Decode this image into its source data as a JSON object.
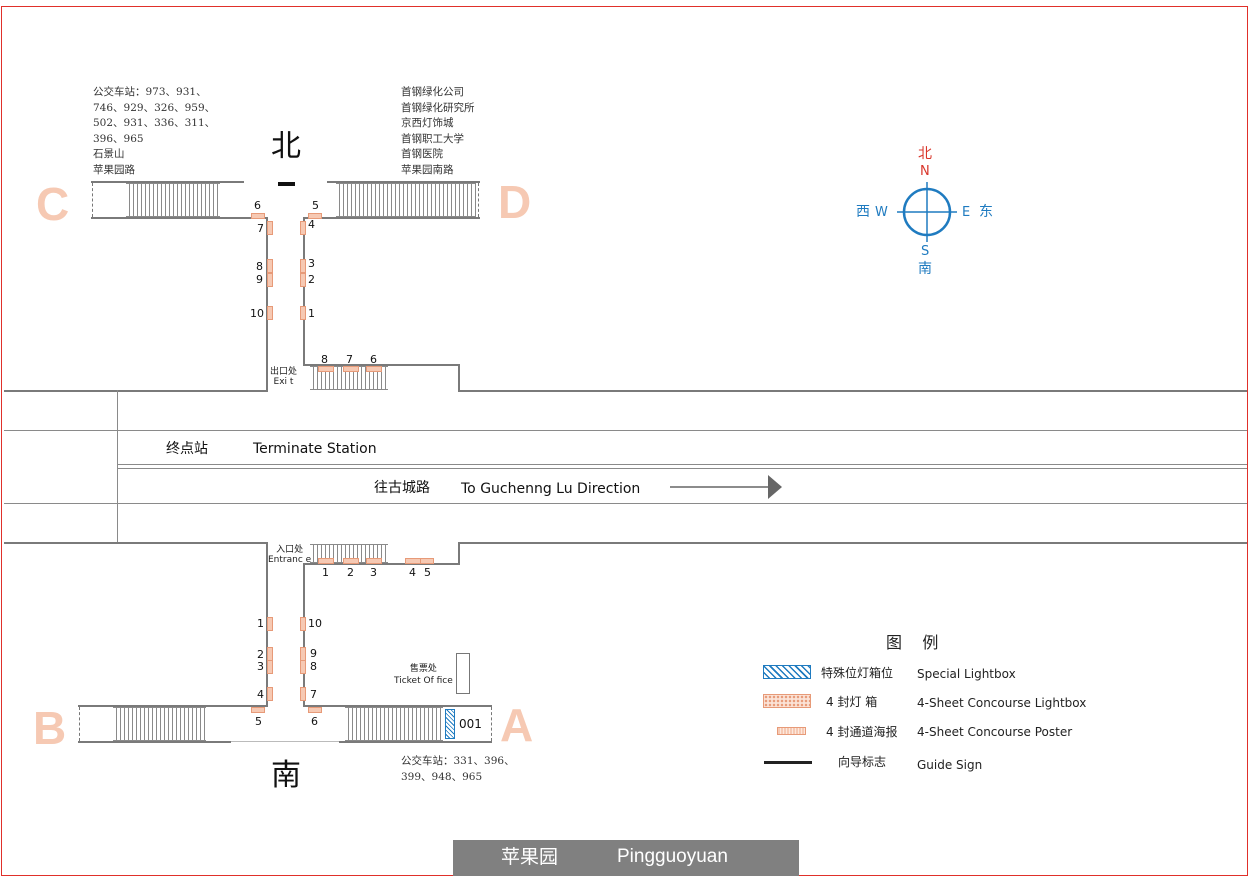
{
  "station": {
    "name_cn": "苹果园",
    "name_en": "Pingguoyuan"
  },
  "directions": {
    "north": "北",
    "south": "南"
  },
  "exits": {
    "C": {
      "label": "C",
      "info": [
        "公交车站：973、931、",
        "746、929、326、959、",
        "502、931、336、311、",
        "396、965",
        "石景山",
        "苹果园路"
      ]
    },
    "D": {
      "label": "D",
      "info": [
        "首钢绿化公司",
        "首钢绿化研究所",
        "京西灯饰城",
        "首钢职工大学",
        "首钢医院",
        "苹果园南路"
      ]
    },
    "B": {
      "label": "B"
    },
    "A": {
      "label": "A",
      "info": [
        "公交车站：331、396、",
        "399、948、965"
      ]
    }
  },
  "compass": {
    "north_cn": "北",
    "north_en": "N",
    "south_cn": "南",
    "south_en": "S",
    "west_cn": "西",
    "west_en": "W",
    "east_cn": "东",
    "east_en": "E",
    "north_color": "#d9362b",
    "axis_color": "#1f7bc0"
  },
  "north_area": {
    "exit_cn": "出口处",
    "exit_en": "Exi t",
    "posters": [
      "1",
      "2",
      "3",
      "4",
      "5",
      "6",
      "7",
      "8",
      "9",
      "10"
    ],
    "lightboxes": [
      "8",
      "7",
      "6"
    ]
  },
  "south_area": {
    "entrance_cn": "入口处",
    "entrance_en": "Entranc e",
    "posters": [
      "1",
      "2",
      "3",
      "4",
      "5",
      "6",
      "7",
      "8",
      "9",
      "10"
    ],
    "lightboxes": [
      "1",
      "2",
      "3",
      "4",
      "5"
    ],
    "ticket_cn": "售票处",
    "ticket_en": "Ticket Of fice",
    "special_id": "001"
  },
  "tracks": {
    "terminate_cn": "终点站",
    "terminate_en": "Terminate Station",
    "direction_cn": "往古城路",
    "direction_en": "To Guchenng Lu Direction"
  },
  "legend": {
    "title": "图    例",
    "items": [
      {
        "cn": "特殊位灯箱位",
        "en": "Special Lightbox",
        "symbol": "special"
      },
      {
        "cn": "4 封灯 箱",
        "en": "4-Sheet  Concourse Lightbox",
        "symbol": "lightbox"
      },
      {
        "cn": "4 封通道海报",
        "en": "4-Sheet  Concourse Poster",
        "symbol": "poster"
      },
      {
        "cn": "向导标志",
        "en": "Guide Sign",
        "symbol": "guide"
      }
    ]
  },
  "colors": {
    "exit_letter": "#f6c9b3",
    "poster": "#f6c9b3",
    "special": "#1f7bc0",
    "frame": "#e0302a",
    "footer": "#808080"
  }
}
